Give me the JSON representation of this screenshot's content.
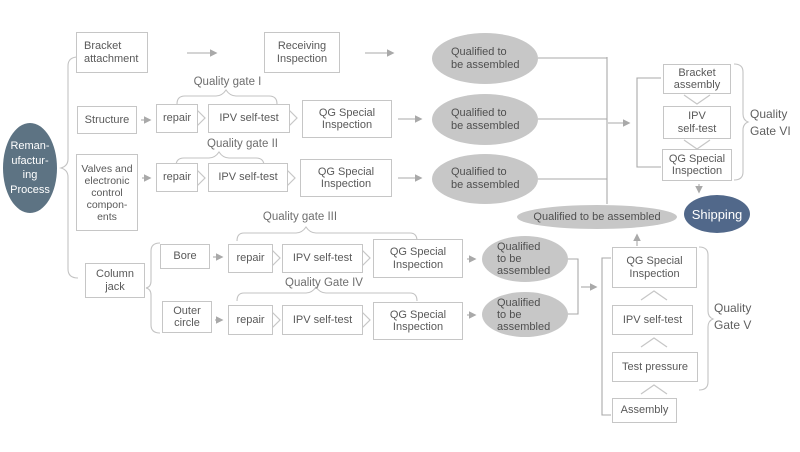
{
  "colors": {
    "process-fill": "#5d7383",
    "shipping-fill": "#51688a",
    "qualified-fill": "#c7c7c7",
    "line": "#a9a9a9",
    "border": "#c6c6c6",
    "text": "#595959"
  },
  "process_node": {
    "label": "Reman-\nufactur-\ning\nProcess"
  },
  "top_row": {
    "source": "Bracket\nattachment",
    "receiving": "Receiving\nInspection",
    "qualified": "Qualified to\nbe assembled"
  },
  "structure_row": {
    "gate_label": "Quality gate I",
    "source": "Structure",
    "repair": "repair",
    "self_test": "IPV self-test",
    "inspection": "QG Special\nInspection",
    "qualified": "Qualified to\nbe assembled"
  },
  "valves_row": {
    "gate_label": "Quality gate II",
    "source": "Valves and\nelectronic\ncontrol\ncompon-\nents",
    "repair": "repair",
    "self_test": "IPV self-test",
    "inspection": "QG Special\nInspection",
    "qualified": "Qualified to\nbe assembled"
  },
  "column_jack": {
    "label": "Column\njack"
  },
  "bore_row": {
    "gate_label": "Quality gate III",
    "source": "Bore",
    "repair": "repair",
    "self_test": "IPV self-test",
    "inspection": "QG Special\nInspection",
    "qualified": "Qualified\nto be\nassembled"
  },
  "outer_row": {
    "gate_label": "Quality Gate IV",
    "source": "Outer\ncircle",
    "repair": "repair",
    "self_test": "IPV self-test",
    "inspection": "QG Special\nInspection",
    "qualified": "Qualified\nto be\nassembled"
  },
  "pre_assembly": {
    "gate_label": "Quality\nGate V",
    "qualified": "Qualified to be assembled",
    "steps": [
      "QG Special\nInspection",
      "IPV self-test",
      "Test pressure",
      "Assembly"
    ]
  },
  "final_assembly": {
    "gate_label": "Quality\nGate VI",
    "steps": [
      "Bracket\nassembly",
      "IPV\nself-test",
      "QG Special\nInspection"
    ],
    "shipping": "Shipping"
  }
}
